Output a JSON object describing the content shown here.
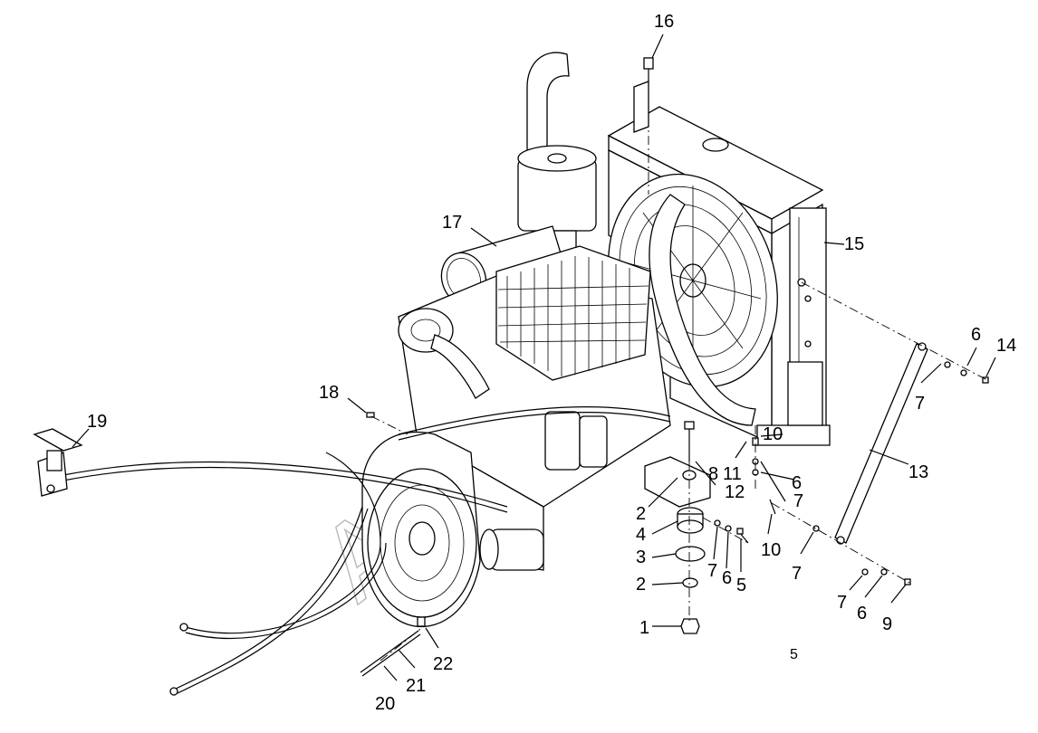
{
  "diagram": {
    "watermark_text": "AWK",
    "page_number": "5",
    "callouts": [
      {
        "id": "c1",
        "text": "1"
      },
      {
        "id": "c2a",
        "text": "2"
      },
      {
        "id": "c2b",
        "text": "2"
      },
      {
        "id": "c3",
        "text": "3"
      },
      {
        "id": "c4",
        "text": "4"
      },
      {
        "id": "c5",
        "text": "5"
      },
      {
        "id": "c6a",
        "text": "6"
      },
      {
        "id": "c6b",
        "text": "6"
      },
      {
        "id": "c6c",
        "text": "6"
      },
      {
        "id": "c6d",
        "text": "6"
      },
      {
        "id": "c7a",
        "text": "7"
      },
      {
        "id": "c7b",
        "text": "7"
      },
      {
        "id": "c7c",
        "text": "7"
      },
      {
        "id": "c7d",
        "text": "7"
      },
      {
        "id": "c7e",
        "text": "7"
      },
      {
        "id": "c8",
        "text": "8"
      },
      {
        "id": "c9",
        "text": "9"
      },
      {
        "id": "c10a",
        "text": "10"
      },
      {
        "id": "c10b",
        "text": "10"
      },
      {
        "id": "c11",
        "text": "11"
      },
      {
        "id": "c12",
        "text": "12"
      },
      {
        "id": "c13",
        "text": "13"
      },
      {
        "id": "c14",
        "text": "14"
      },
      {
        "id": "c15",
        "text": "15"
      },
      {
        "id": "c16",
        "text": "16"
      },
      {
        "id": "c17",
        "text": "17"
      },
      {
        "id": "c18",
        "text": "18"
      },
      {
        "id": "c19",
        "text": "19"
      },
      {
        "id": "c20",
        "text": "20"
      },
      {
        "id": "c21",
        "text": "21"
      },
      {
        "id": "c22",
        "text": "22"
      }
    ]
  }
}
